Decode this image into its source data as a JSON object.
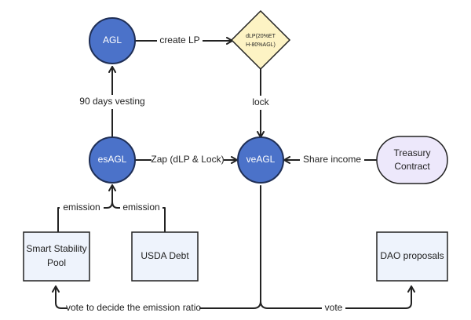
{
  "nodes": {
    "agl": "AGL",
    "esagl": "esAGL",
    "veagl": "veAGL",
    "dlp_line1": "dLP(20%ET",
    "dlp_line2": "H-80%AGL)",
    "treasury_line1": "Treasury",
    "treasury_line2": "Contract",
    "smart_pool_line1": "Smart Stability",
    "smart_pool_line2": "Pool",
    "usda_debt": "USDA Debt",
    "dao_proposals": "DAO proposals"
  },
  "edges": {
    "create_lp": "create LP",
    "vesting": "90 days vesting",
    "lock": "lock",
    "zap": "Zap (dLP & Lock)",
    "share_income": "Share income",
    "emission_left": "emission",
    "emission_right": "emission",
    "vote_emission": "vote to decide the emission ratio",
    "vote": "vote"
  },
  "colors": {
    "circle_fill": "#4b72c9",
    "circle_stroke": "#1f2f56",
    "diamond_fill": "#fdf3c4",
    "diamond_stroke": "#222222",
    "box_fill": "#eef3fc",
    "treasury_fill": "#ede8fb",
    "line": "#222222"
  }
}
